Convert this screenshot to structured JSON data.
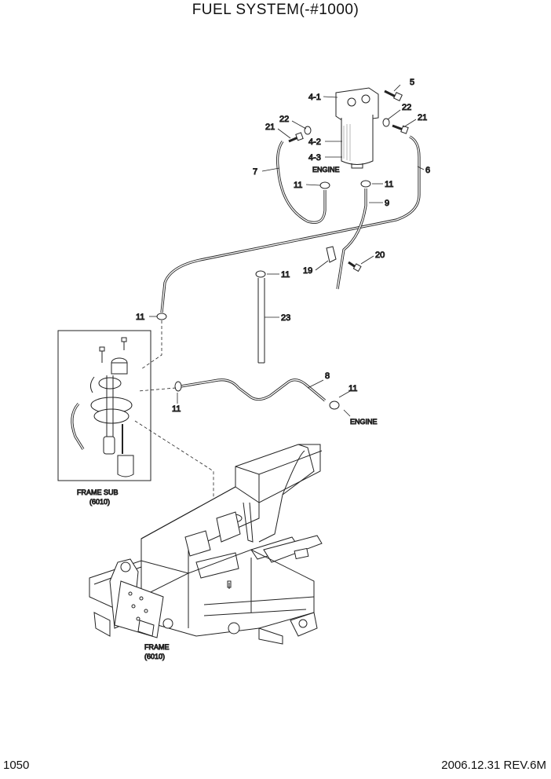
{
  "title": "FUEL SYSTEM(-#1000)",
  "page_number": "1050",
  "revision": "2006.12.31 REV.6M",
  "callouts": {
    "c4_1": "4-1",
    "c4_2": "4-2",
    "c4_3": "4-3",
    "c5": "5",
    "c6": "6",
    "c7": "7",
    "c8": "8",
    "c9": "9",
    "c11a": "11",
    "c11b": "11",
    "c11c": "11",
    "c11d": "11",
    "c11e": "11",
    "c11f": "11",
    "c19": "19",
    "c20": "20",
    "c21a": "21",
    "c21b": "21",
    "c22a": "22",
    "c22b": "22",
    "c23": "23"
  },
  "notes": {
    "engine_top": "ENGINE",
    "engine_bottom": "ENGINE",
    "frame_sub": "FRAME SUB",
    "frame_sub_ref": "(6010)",
    "frame": "FRAME",
    "frame_ref": "(6010)"
  }
}
